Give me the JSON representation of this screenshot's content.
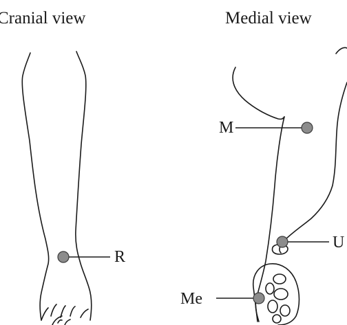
{
  "views": {
    "cranial": {
      "title": "Cranial view"
    },
    "medial": {
      "title": "Medial view"
    }
  },
  "points": {
    "r": {
      "label": "R"
    },
    "m": {
      "label": "M"
    },
    "u": {
      "label": "U"
    },
    "me": {
      "label": "Me"
    }
  },
  "colors": {
    "outline": "#1a1a1a",
    "marker_fill": "#8c8c8c",
    "background": "#ffffff"
  }
}
